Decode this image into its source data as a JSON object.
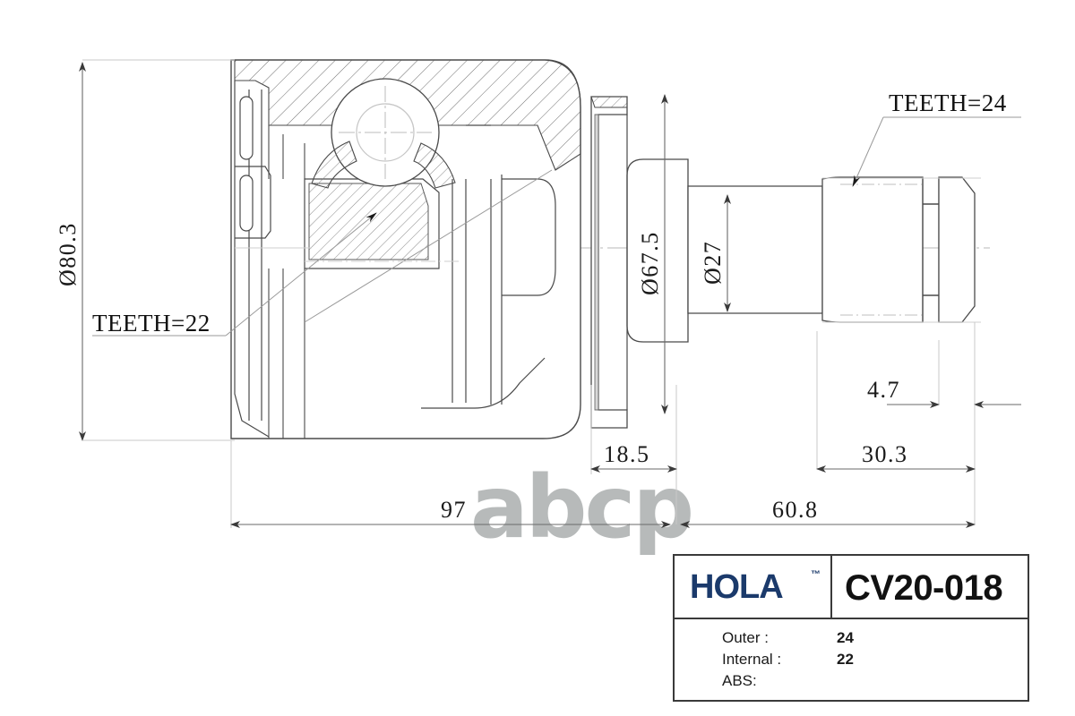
{
  "document": {
    "type": "engineering-drawing",
    "subject": "CV joint (constant velocity joint) cross-section"
  },
  "dimensions": {
    "outer_diameter": "Ø80.3",
    "flange_diameter": "Ø67.5",
    "shaft_diameter": "Ø27",
    "flange_length": "18.5",
    "groove_width": "4.7",
    "shaft_length": "30.3",
    "body_length": "97",
    "right_total_length": "60.8"
  },
  "annotations": {
    "teeth_internal": "TEETH=22",
    "teeth_outer": "TEETH=24"
  },
  "watermark": {
    "text": "abcp",
    "color": "#b7baba"
  },
  "title_block": {
    "brand": "HOLA",
    "brand_color": "#1b3a6b",
    "trademark": "™",
    "part_number": "CV20-018",
    "specs": [
      {
        "label": "Outer :",
        "value": "24"
      },
      {
        "label": "Internal :",
        "value": "22"
      },
      {
        "label": "ABS:",
        "value": ""
      }
    ]
  },
  "style": {
    "line_color": "#4a4a4a",
    "line_color_dark": "#2b2b2b",
    "center_line_color": "#b0b0b0",
    "hatch_color": "#6e6e6e",
    "dim_line_color": "#6a6a6a",
    "border_color": "#3a3a3a"
  }
}
